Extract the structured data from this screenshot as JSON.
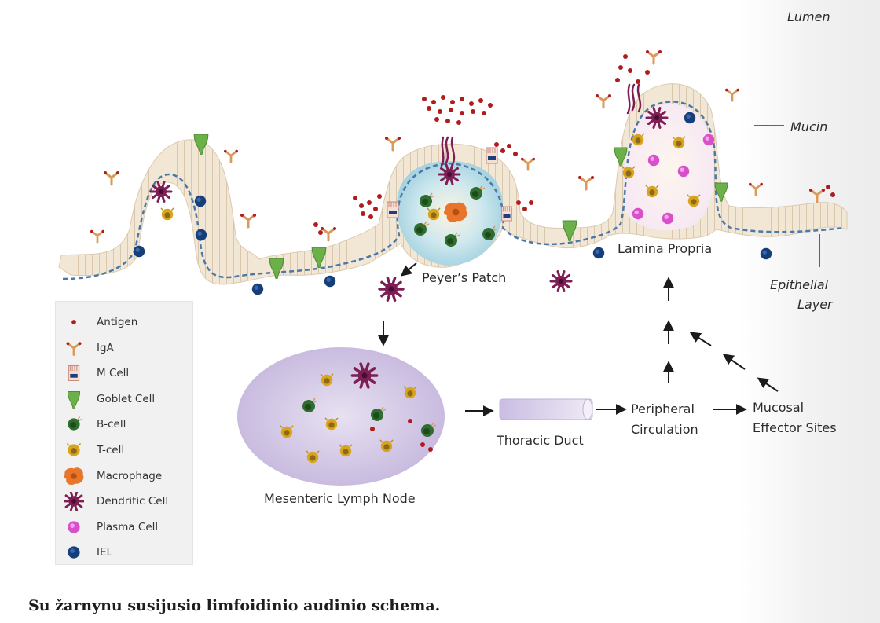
{
  "labels": {
    "lumen": "Lumen",
    "mucin": "Mucin",
    "epithelial_line1": "Epithelial",
    "epithelial_line2": "Layer",
    "lamina_propria": "Lamina Propria",
    "peyers_patch": "Peyer’s Patch",
    "lymph_node": "Mesenteric Lymph Node",
    "thoracic_duct": "Thoracic Duct",
    "peripheral_line1": "Peripheral",
    "peripheral_line2": "Circulation",
    "mucosal_line1": "Mucosal",
    "mucosal_line2": "Effector Sites"
  },
  "legend": {
    "items": [
      {
        "label": "Antigen",
        "icon": "antigen-icon"
      },
      {
        "label": "IgA",
        "icon": "iga-icon"
      },
      {
        "label": "M Cell",
        "icon": "m-cell-icon"
      },
      {
        "label": "Goblet Cell",
        "icon": "goblet-cell-icon"
      },
      {
        "label": "B-cell",
        "icon": "b-cell-icon"
      },
      {
        "label": "T-cell",
        "icon": "t-cell-icon"
      },
      {
        "label": "Macrophage",
        "icon": "macrophage-icon"
      },
      {
        "label": "Dendritic Cell",
        "icon": "dendritic-cell-icon"
      },
      {
        "label": "Plasma Cell",
        "icon": "plasma-cell-icon"
      },
      {
        "label": "IEL",
        "icon": "iel-icon"
      }
    ]
  },
  "caption": "Su žarnynu susijusio limfoidinio audinio schema.",
  "colors": {
    "antigen": "#b01c1c",
    "iga": "#d99a5b",
    "goblet": "#6bb04a",
    "b_cell": "#2f6e2f",
    "t_cell": "#d9a31c",
    "macrophage": "#e8752a",
    "dendritic": "#7d1f55",
    "plasma": "#d94fc9",
    "iel": "#163e78",
    "epithelium": "#f2e6d4",
    "membrane": "#4b78a8"
  }
}
